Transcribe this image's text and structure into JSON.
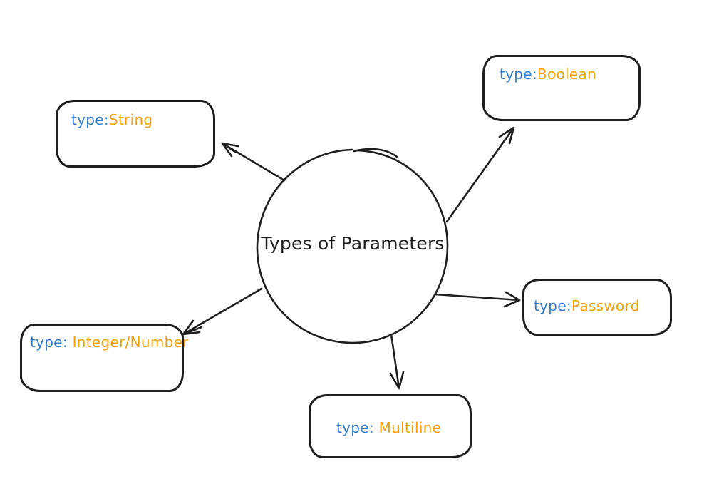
{
  "diagram": {
    "center": {
      "label": "Types of Parameters"
    },
    "nodes": [
      {
        "id": "string",
        "prefix": "type:",
        "value": "String"
      },
      {
        "id": "boolean",
        "prefix": "type:",
        "value": "Boolean"
      },
      {
        "id": "password",
        "prefix": "type:",
        "value": "Password"
      },
      {
        "id": "multiline",
        "prefix": "type:",
        "value": " Multiline"
      },
      {
        "id": "integer",
        "prefix": "type:",
        "value": " Integer/Number"
      }
    ],
    "colors": {
      "stroke": "#1e1e1e",
      "prefix_color": "#2f7bd2",
      "value_color": "#f59f0a",
      "background": "#ffffff"
    }
  }
}
